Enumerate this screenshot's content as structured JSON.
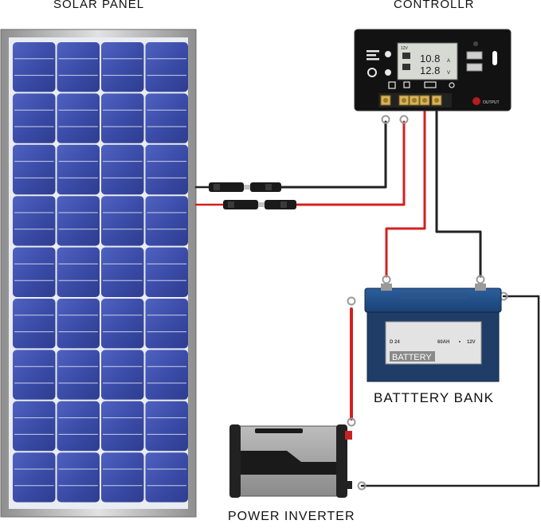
{
  "labels": {
    "solar_panel": "SOLAR PANEL",
    "controller": "CONTROLLR",
    "battery_bank": "BATTTERY BANK",
    "power_inverter": "POWER INVERTER"
  },
  "controller": {
    "display_current": "10.8",
    "display_current_unit": "A",
    "display_voltage": "12.8",
    "display_voltage_unit": "V",
    "display_system": "12V",
    "output_label": "OUTPUT"
  },
  "battery": {
    "name": "BATTERY",
    "model": "D 24",
    "capacity": "60AH",
    "voltage": "12V"
  },
  "colors": {
    "positive_wire": "#d42020",
    "negative_wire": "#222222",
    "panel_cell": "#3b4ea8",
    "panel_frame": "#b8b8b8",
    "battery_top": "#1f4f86",
    "controller_body": "#121212"
  }
}
